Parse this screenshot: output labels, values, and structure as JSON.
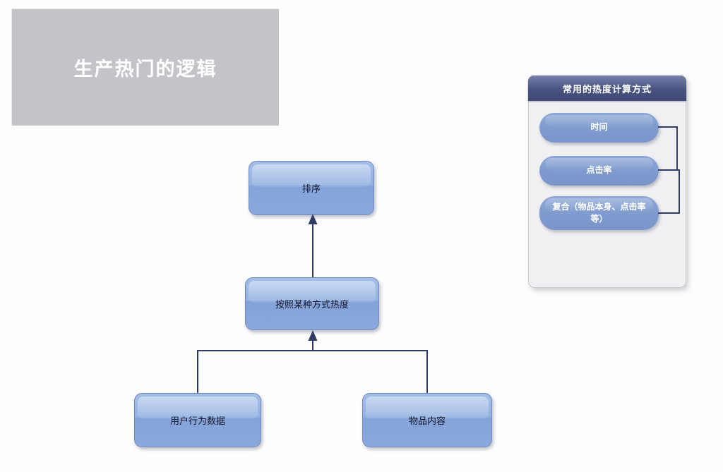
{
  "slide": {
    "title": "生产热门的逻辑"
  },
  "flowchart": {
    "nodes": [
      {
        "id": "sort",
        "label": "排序"
      },
      {
        "id": "heat-method",
        "label": "按照某种方式热度"
      },
      {
        "id": "user-behavior",
        "label": "用户行为数据"
      },
      {
        "id": "item-content",
        "label": "物品内容"
      }
    ]
  },
  "panel": {
    "title": "常用的热度计算方式",
    "items": [
      {
        "label": "时间"
      },
      {
        "label": "点击率"
      },
      {
        "label": "复合（物品本身、点击率等）"
      }
    ]
  },
  "colors": {
    "node_blue": "#8aa8dc",
    "pill_blue": "#7e9ace",
    "connector_navy": "#2f3b63",
    "panel_header_navy": "#3f4874",
    "panel_body_gray": "#f0f0f3",
    "title_gray": "#c3c4c8"
  }
}
